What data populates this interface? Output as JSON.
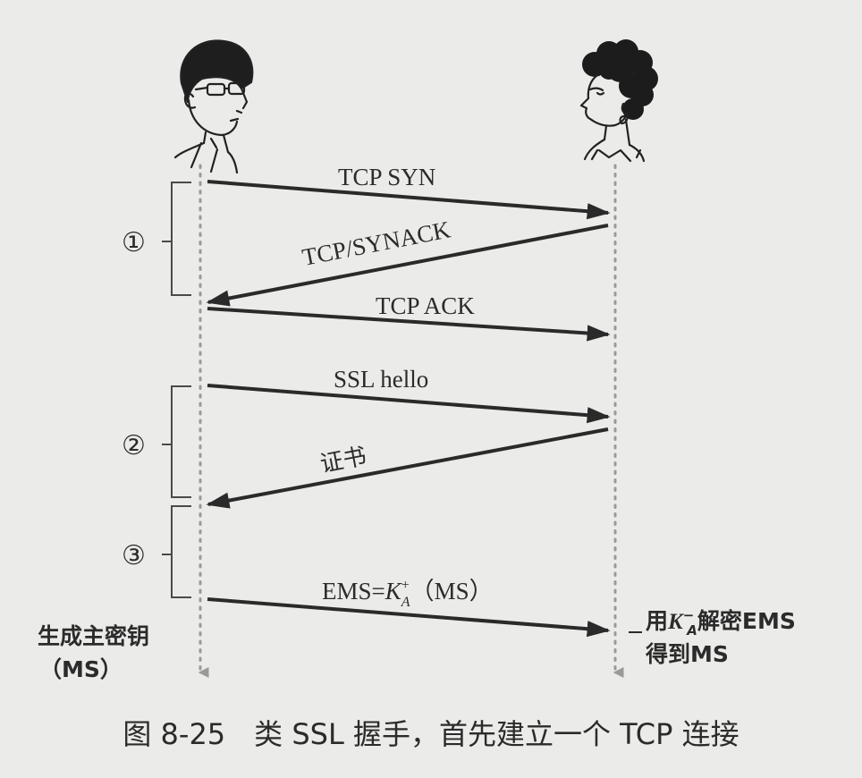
{
  "colors": {
    "background": "#ebebe9",
    "ink": "#2b2b2b",
    "arrow": "#2a2a2a",
    "timeline": "#9a9a9a"
  },
  "participants": {
    "left": {
      "icon": "man-with-glasses-icon"
    },
    "right": {
      "icon": "woman-curly-hair-icon"
    }
  },
  "messages": [
    {
      "label": "TCP SYN"
    },
    {
      "label": "TCP/SYNACK"
    },
    {
      "label": "TCP ACK"
    },
    {
      "label": "SSL hello"
    },
    {
      "label": "证书"
    },
    {
      "label_prefix": "EMS=",
      "label_key": "K",
      "label_sup": "+",
      "label_sub": "A",
      "label_suffix": "（MS）"
    }
  ],
  "phases": [
    {
      "marker": "①"
    },
    {
      "marker": "②"
    },
    {
      "marker": "③"
    }
  ],
  "left_note": {
    "line1": "生成主密钥",
    "line2": "（MS）"
  },
  "right_note": {
    "part1": "用",
    "key": "K",
    "sup": "−",
    "sub": "A",
    "part2": "解密EMS",
    "line2": "得到MS"
  },
  "caption": "图 8-25　类 SSL 握手，首先建立一个 TCP 连接"
}
